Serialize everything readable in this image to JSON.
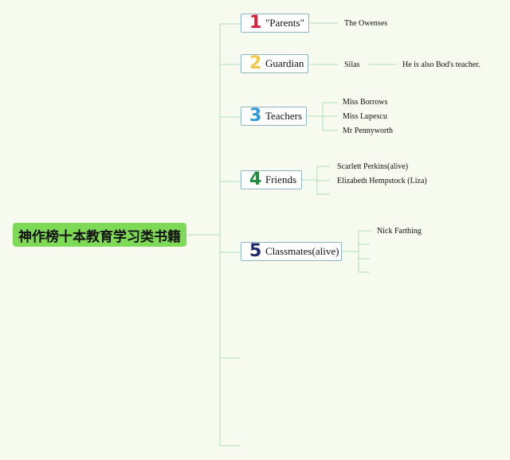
{
  "root": {
    "label": "神作榜十本教育学习类书籍"
  },
  "branches": [
    {
      "number": "1",
      "number_color": "#d92036",
      "label": "\"Parents\"",
      "children": [
        {
          "label": "The Owenses"
        }
      ]
    },
    {
      "number": "2",
      "number_color": "#f2c744",
      "label": "Guardian",
      "children": [
        {
          "label": "Silas",
          "note": "He is also Bod's teacher."
        }
      ]
    },
    {
      "number": "3",
      "number_color": "#2f9ad9",
      "label": "Teachers",
      "children": [
        {
          "label": "Miss Borrows"
        },
        {
          "label": "Miss Lupescu"
        },
        {
          "label": "Mr Pennyworth"
        }
      ]
    },
    {
      "number": "4",
      "number_color": "#1e8c3a",
      "label": "Friends",
      "children": [
        {
          "label": "Scarlett Perkins(alive)"
        },
        {
          "label": "Elizabeth Hempstock (Liza)"
        }
      ]
    },
    {
      "number": "5",
      "number_color": "#1d2a6b",
      "label": "Classmates(alive)",
      "children": [
        {
          "label": "Nick Farthing"
        }
      ]
    }
  ]
}
